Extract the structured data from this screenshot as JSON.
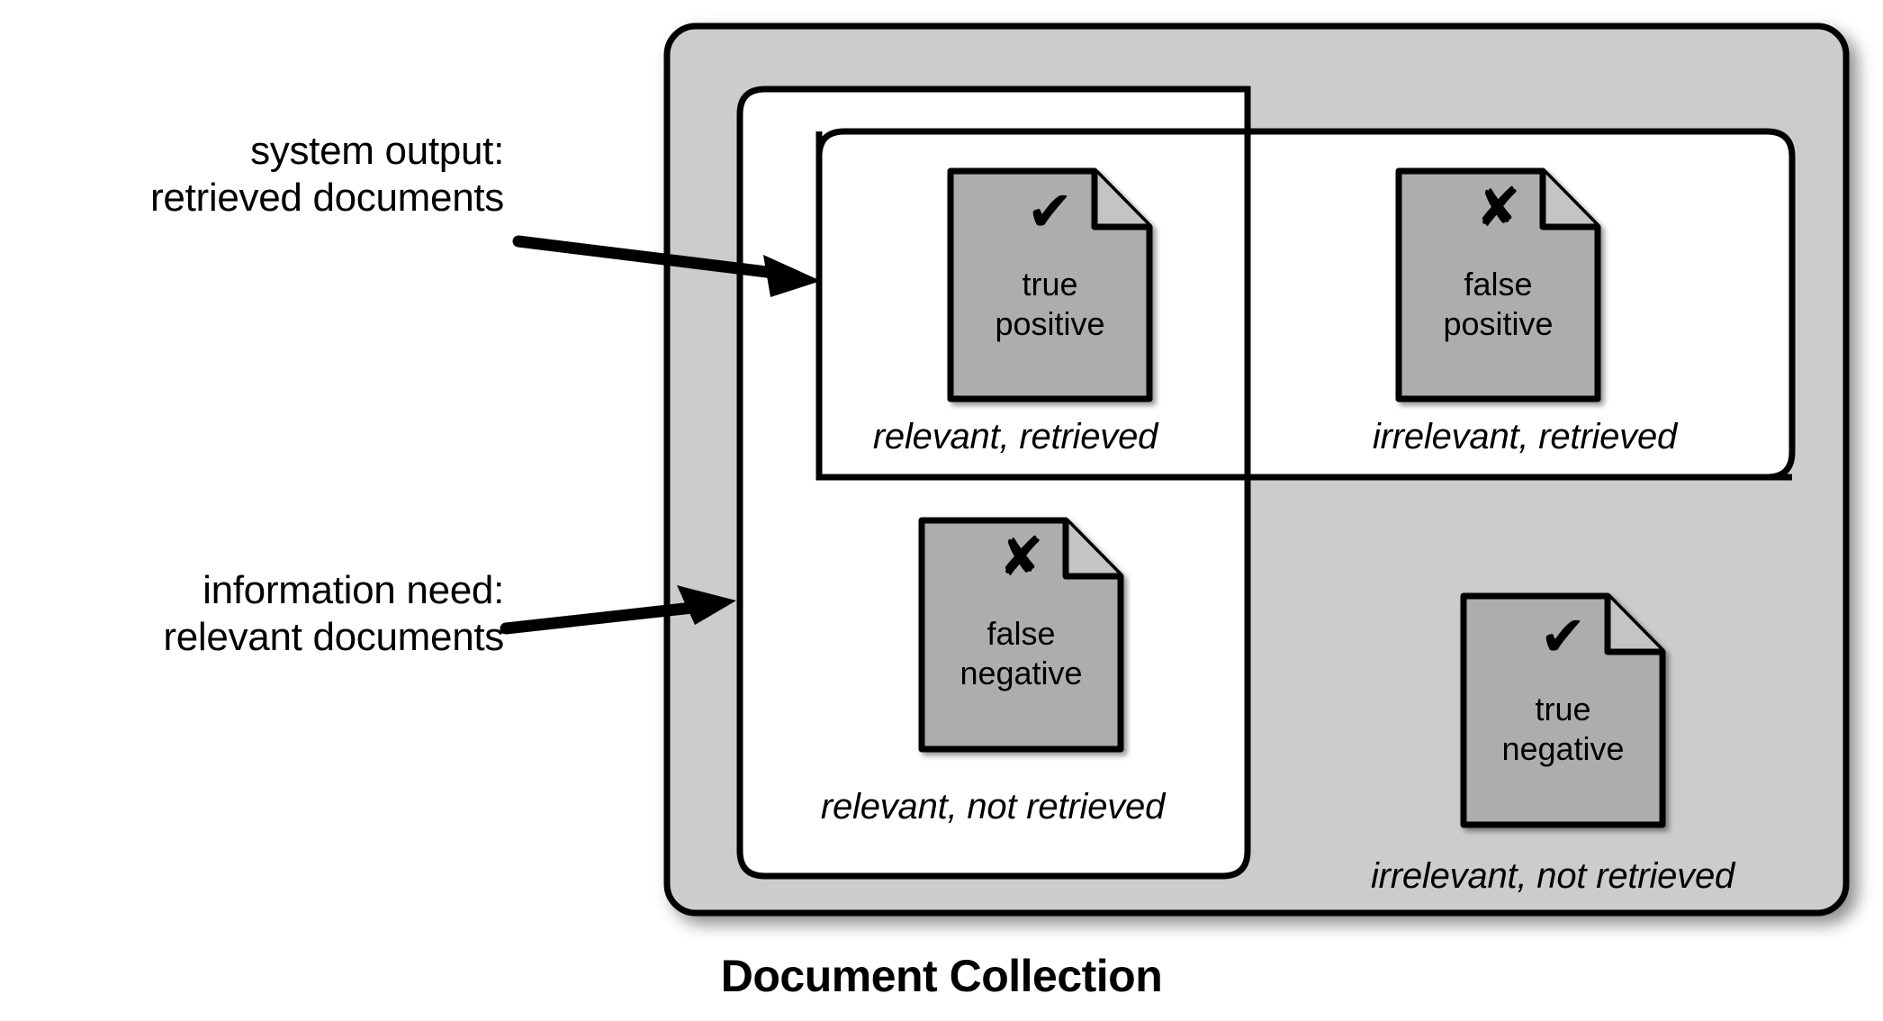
{
  "title": "Document Collection",
  "colors": {
    "collection_fill": "#cccccc",
    "region_fill": "#ffffff",
    "document_fill": "#adadad",
    "stroke": "#000000",
    "text": "#000000"
  },
  "callouts": [
    {
      "name": "system-output",
      "line1": "system output:",
      "line2": "retrieved documents",
      "points_to": "retrieved-region"
    },
    {
      "name": "information-need",
      "line1": "information need:",
      "line2": "relevant documents",
      "points_to": "relevant-region"
    }
  ],
  "regions": {
    "collection": {
      "label": "Document Collection"
    },
    "relevant": {
      "label": "relevant documents"
    },
    "retrieved": {
      "label": "retrieved documents"
    }
  },
  "quadrants": [
    {
      "key": "true-positive",
      "caption": "relevant, retrieved",
      "doc_line1": "true",
      "doc_line2": "positive",
      "mark": "check",
      "mark_glyph": "✔"
    },
    {
      "key": "false-positive",
      "caption": "irrelevant, retrieved",
      "doc_line1": "false",
      "doc_line2": "positive",
      "mark": "cross",
      "mark_glyph": "✘"
    },
    {
      "key": "false-negative",
      "caption": "relevant, not retrieved",
      "doc_line1": "false",
      "doc_line2": "negative",
      "mark": "cross",
      "mark_glyph": "✘"
    },
    {
      "key": "true-negative",
      "caption": "irrelevant, not retrieved",
      "doc_line1": "true",
      "doc_line2": "negative",
      "mark": "check",
      "mark_glyph": "✔"
    }
  ]
}
